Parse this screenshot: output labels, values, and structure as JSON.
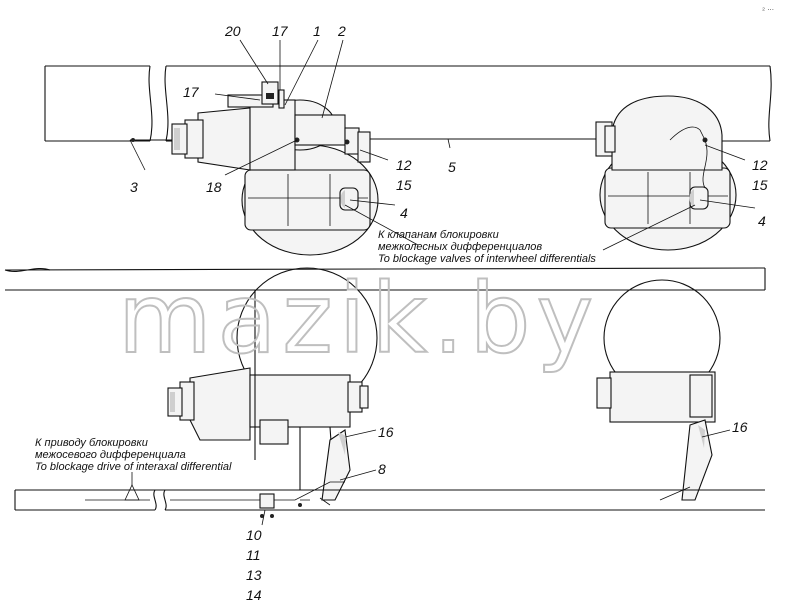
{
  "corner_mark": "₂ ...",
  "watermark": "mazik.by",
  "callouts": {
    "c20": "20",
    "c17a": "17",
    "c1": "1",
    "c2": "2",
    "c17b": "17",
    "c3": "3",
    "c18": "18",
    "c5": "5",
    "c12a": "12",
    "c15a": "15",
    "c4a": "4",
    "c12b": "12",
    "c15b": "15",
    "c4b": "4",
    "c16a": "16",
    "c8": "8",
    "c16b": "16",
    "c10": "10",
    "c11": "11",
    "c13": "13",
    "c14": "14"
  },
  "notes": {
    "interwheel_ru_1": "К клапанам блокировки",
    "interwheel_ru_2": "межколесных дифференциалов",
    "interwheel_en": "To blockage valves of interwheel differentials",
    "interaxal_ru_1": "К приводу блокировки",
    "interaxal_ru_2": "межосевого дифференциала",
    "interaxal_en": "To blockage drive of interaxal differential"
  }
}
